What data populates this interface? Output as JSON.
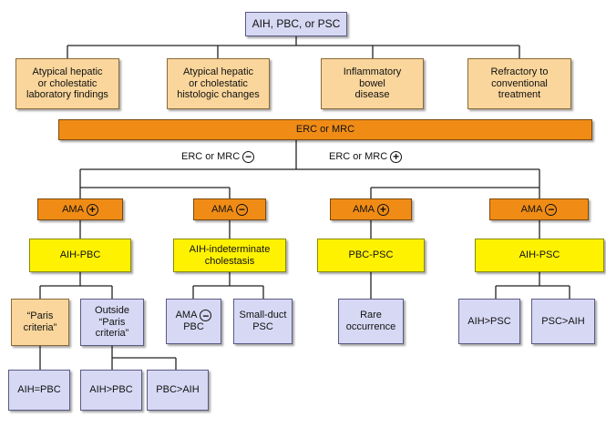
{
  "root": "AIH, PBC, or PSC",
  "indications": [
    "Atypical hepatic\nor cholestatic\nlaboratory findings",
    "Atypical hepatic\nor cholestatic\nhistologic changes",
    "Inflammatory\nbowel\ndisease",
    "Refractory to\nconventional\ntreatment"
  ],
  "test": "ERC or MRC",
  "branch_neg": {
    "label": "ERC or MRC",
    "symbol": "−"
  },
  "branch_pos": {
    "label": "ERC or MRC",
    "symbol": "+"
  },
  "ama": [
    {
      "label": "AMA",
      "symbol": "+"
    },
    {
      "label": "AMA",
      "symbol": "−"
    },
    {
      "label": "AMA",
      "symbol": "+"
    },
    {
      "label": "AMA",
      "symbol": "−"
    }
  ],
  "diagnoses": [
    "AIH-PBC",
    "AIH-indeterminate\ncholestasis",
    "PBC-PSC",
    "AIH-PSC"
  ],
  "paris": "“Paris\ncriteria”",
  "outside_paris": "Outside\n“Paris\ncriteria”",
  "ama_pbc": {
    "label": "AMA",
    "symbol": "−",
    "suffix": "PBC"
  },
  "small_duct": "Small-duct\nPSC",
  "rare": "Rare\noccurrence",
  "aih_gt_psc": "AIH>PSC",
  "psc_gt_aih": "PSC>AIH",
  "aih_eq_pbc": "AIH=PBC",
  "aih_gt_pbc": "AIH>PBC",
  "pbc_gt_aih": "PBC>AIH"
}
